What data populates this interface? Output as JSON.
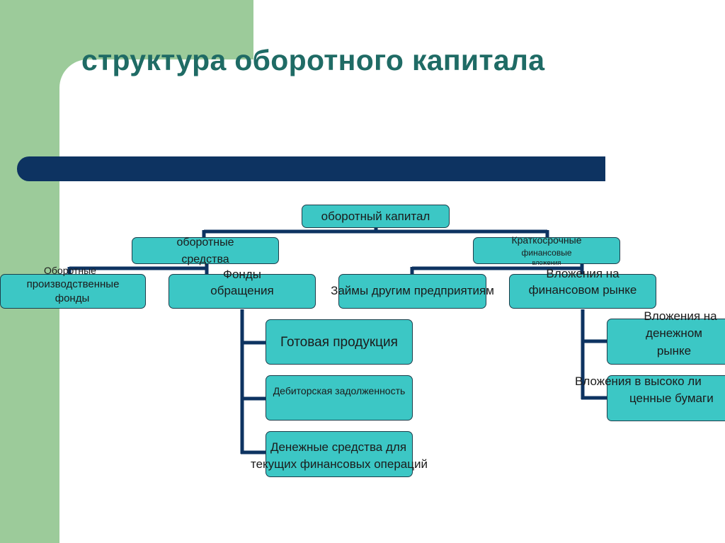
{
  "title": "структура оборотного капитала",
  "nodes": {
    "root": "оборотный капитал",
    "current_assets_1": "оборотные",
    "current_assets_2": "средства",
    "short_invest_1": "Краткосрочные",
    "short_invest_2": "финансовые",
    "short_invest_3": "вложения",
    "production_funds_1": "Оборотные",
    "production_funds_2": "производственные",
    "production_funds_3": "фонды",
    "circulation_funds_1": "Фонды",
    "circulation_funds_2": "обращения",
    "loans": "Займы другим предприятиям",
    "fin_market_1": "Вложения на",
    "fin_market_2": "финансовом рынке",
    "finished_goods": "Готовая продукция",
    "receivables": "Дебиторская задолженность",
    "cash_1": "Денежные средства для",
    "cash_2": "текущих финансовых операций",
    "money_market_1": "Вложения на",
    "money_market_2": "денежном",
    "money_market_3": "рынке",
    "securities_1": "Вложения в высоко ли",
    "securities_2": "ценные бумаги"
  },
  "colors": {
    "title": "#1f6b65",
    "node_fill": "#3cc7c5",
    "node_border": "#1d3d4a",
    "connector": "#0d3361",
    "band": "#0d3361",
    "green_bar": "#9ccb9a"
  }
}
